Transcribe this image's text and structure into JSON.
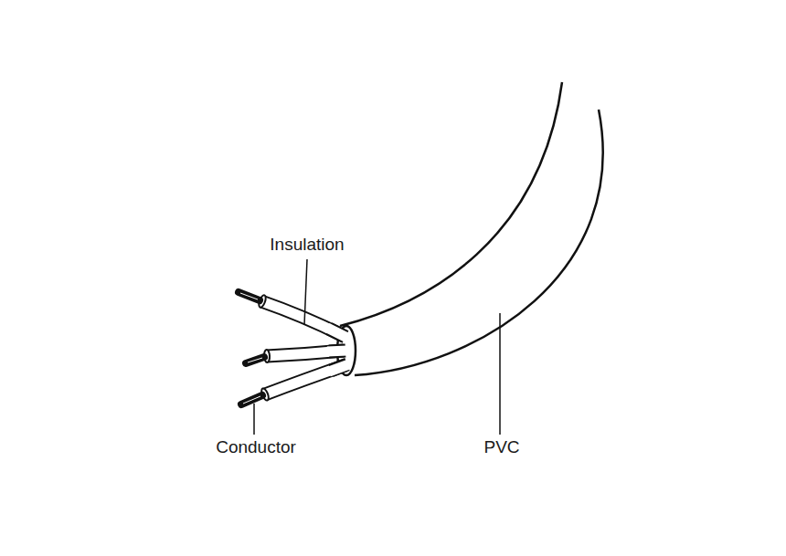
{
  "diagram": {
    "labels": [
      "Insulation",
      "Conductor",
      "PVC"
    ]
  }
}
